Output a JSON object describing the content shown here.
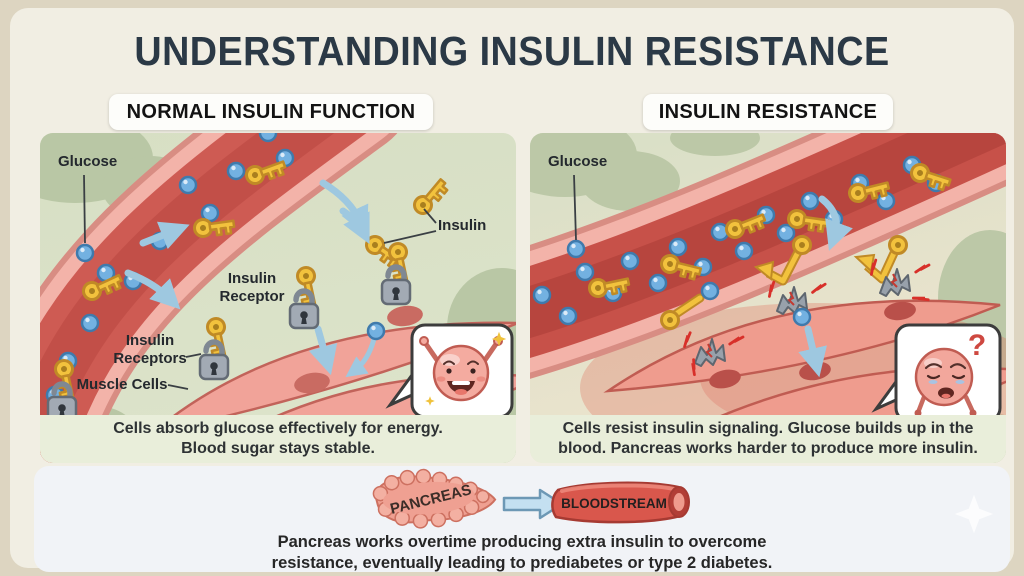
{
  "title": "UNDERSTANDING INSULIN RESISTANCE",
  "panels": {
    "normal": {
      "header": "NORMAL INSULIN FUNCTION",
      "labels": {
        "glucose": "Glucose",
        "insulin": "Insulin",
        "receptor_line1": "Insulin",
        "receptor_line2": "Receptor",
        "receptors_line1": "Insulin",
        "receptors_line2": "Receptors",
        "muscle_cells": "Muscle Cells"
      },
      "caption": {
        "line1": "Cells absorb glucose effectively for energy.",
        "line2": "Blood sugar stays stable."
      }
    },
    "resistance": {
      "header": "INSULIN RESISTANCE",
      "labels": {
        "glucose": "Glucose"
      },
      "bubble_mark": "?",
      "caption": {
        "line1": "Cells resist insulin signaling. Glucose builds up in the",
        "line2": "blood. Pancreas works harder to produce more insulin."
      }
    }
  },
  "footer": {
    "pancreas_label": "PANCREAS",
    "bloodstream_label": "BLOODSTREAM",
    "caption": {
      "line1": "Pancreas works overtime producing extra insulin to overcome",
      "line2": "resistance, eventually leading to prediabetes or type 2 diabetes."
    }
  },
  "colors": {
    "background": "#f1eee3",
    "border": "#ddd5c1",
    "title_text": "#2b3946",
    "panel_green": "#dbe3c9",
    "caption_green": "#e9eeda",
    "vessel_wall": "#f3b3a9",
    "vessel_lumen": "#ce5b53",
    "glucose_blue": "#73b1e1",
    "insulin_yellow": "#f2c23d",
    "receptor_gray": "#9aa3ad",
    "muscle_pink": "#f1a399",
    "arrow_blue": "#9ec8e0",
    "alert_red": "#d8302a",
    "footer_bg": "#f1f3f7"
  }
}
